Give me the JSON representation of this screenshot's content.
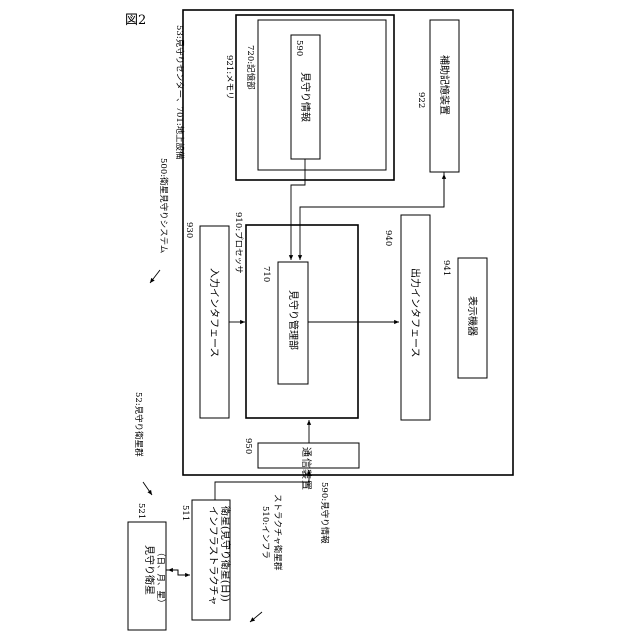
{
  "figure": {
    "label": "図2",
    "system_label": "500:衛星見守りシステム",
    "center_label": "53:見守りセンター、701:地上設備",
    "memory_label": "921:メモリ",
    "storage_label": "720:記憶部",
    "watch_info_ref": "590",
    "watch_info_text": "見守り情報",
    "aux_storage_ref": "922",
    "aux_storage_text": "補助記憶装置",
    "input_if_ref": "930",
    "input_if_text": "入力インタフェース",
    "processor_label": "910:プロセッサ",
    "manager_ref": "710",
    "manager_text": "見守り管理部",
    "output_if_ref": "940",
    "output_if_text": "出力インタフェース",
    "display_ref": "941",
    "display_text": "表示機器",
    "comm_ref": "950",
    "comm_text": "通信装置",
    "watch_group_label": "52:見守り衛星群",
    "watch_sat_ref": "521",
    "watch_sat_text": [
      "見守り衛星",
      "（日、月、星）"
    ],
    "infra_sat_ref": "511",
    "infra_sat_text": [
      "インフラストラクチャ",
      "衛星(見守り衛星(日))"
    ],
    "infra_group_label": [
      "510:インフラ",
      "ストラクチャ衛星群"
    ],
    "watch_info_edge_label": "590:見守り情報"
  }
}
